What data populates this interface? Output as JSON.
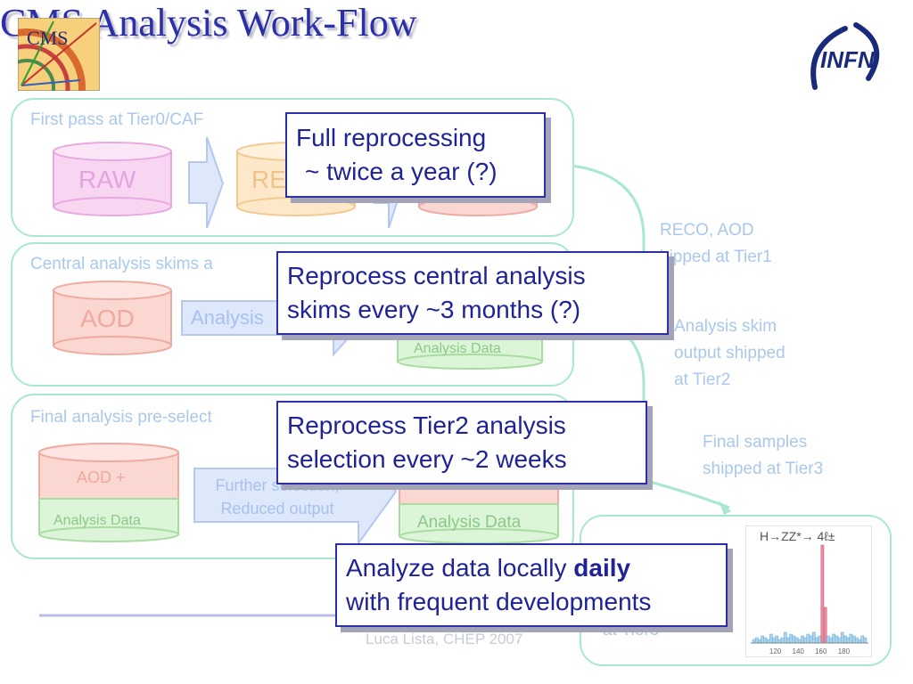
{
  "slide": {
    "title": "CMS Analysis Work-Flow",
    "footer": "Luca Lista, CHEP 2007"
  },
  "logos": {
    "cms": {
      "text": "CMS",
      "icon": "cms-detector-logo"
    },
    "infn": {
      "text": "INFN",
      "icon": "infn-logo"
    }
  },
  "panels": {
    "tier0": {
      "label": "First pass at Tier0/CAF",
      "raw": "RAW",
      "reco_partial": "RE"
    },
    "central": {
      "label_partial": "Central analysis skims a",
      "aod": "AOD",
      "box_partial": "Analysis",
      "analysis_data": "Analysis Data"
    },
    "final": {
      "label_partial": "Final analysis pre-select",
      "aod_plus": "AOD +",
      "analysis_data_left": "Analysis Data",
      "further_line1": "Further selection,",
      "further_line2": "Reduced output",
      "analysis_data_right": "Analysis Data"
    },
    "tier3_partial": "at Tier3"
  },
  "side_notes": {
    "reco_aod_line1": "RECO, AOD",
    "reco_aod_line2": "hipped at Tier1",
    "skim_line1": "Analysis skim",
    "skim_line2": "output shipped",
    "skim_line3": "at Tier2",
    "final_line1": "Final samples",
    "final_line2": "shipped at Tier3"
  },
  "callouts": {
    "full_reprocessing_line1": "Full reprocessing",
    "full_reprocessing_line2": "~ twice a year (?)",
    "central_line1": "Reprocess central analysis",
    "central_line2": "skims every ~3 months (?)",
    "tier2_line1": "Reprocess Tier2 analysis",
    "tier2_line2": "selection every ~2 weeks",
    "local_prefix": "Analyze data locally ",
    "local_bold": "daily",
    "local_line2": "with frequent developments"
  },
  "plot": {
    "title": "H→ZZ*→ 4ℓ±",
    "ticks": [
      "120",
      "140",
      "160",
      "180"
    ],
    "counts": [
      2,
      3,
      2,
      4,
      3,
      2,
      5,
      3,
      4,
      2,
      3,
      6,
      3,
      5,
      4,
      3,
      2,
      4,
      3,
      5,
      4,
      6,
      3,
      4,
      55,
      20,
      4,
      3,
      5,
      4,
      3,
      6,
      4,
      3,
      5,
      4,
      3,
      2,
      4,
      3
    ],
    "signal_bins": [
      24,
      25
    ],
    "xmin": 100,
    "xmax": 200,
    "colors": {
      "background": "#a8d4ee",
      "signal": "#e88aa0",
      "axis": "#888888"
    }
  },
  "colors": {
    "title": "#2b2fa8",
    "callout_border": "#2c2fa6",
    "panel_border": "#a8e8cf",
    "faded_label": "#a9c8ec"
  }
}
